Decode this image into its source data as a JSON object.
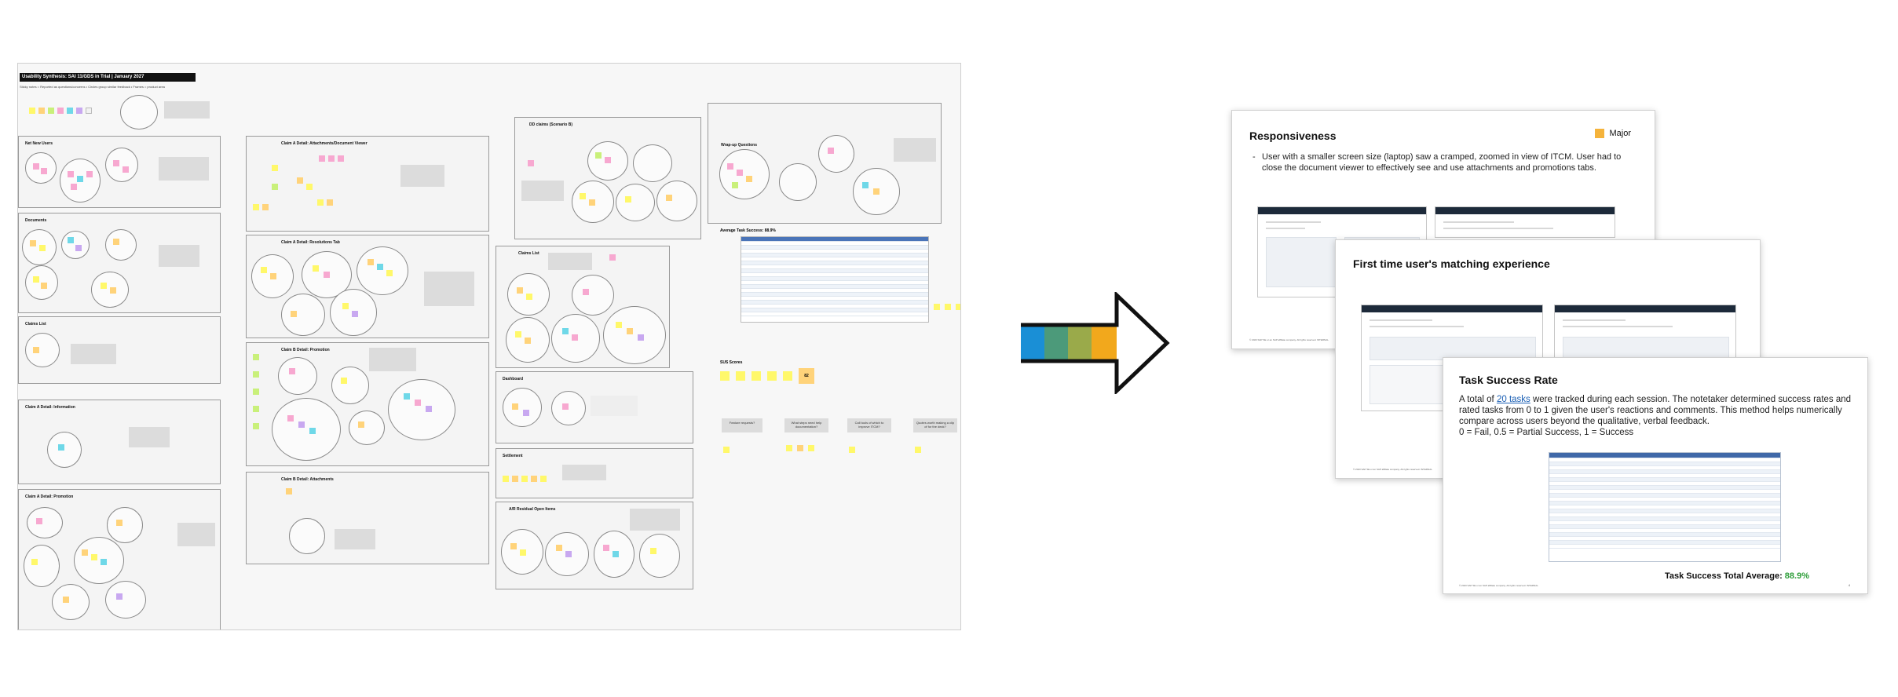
{
  "board": {
    "title": "Usability Synthesis: SAI 11/GDS in Trial | January 2027",
    "subtitle": "Sticky notes = Reported as questions/concerns • Circles group similar feedback • Frames = product area",
    "frames": [
      {
        "title": "Net New Users"
      },
      {
        "title": "Documents"
      },
      {
        "title": "Claims List"
      },
      {
        "title": "Claim A Detail: Information"
      },
      {
        "title": "Claim A Detail: Promotion"
      },
      {
        "title": "Claim A Detail: Attachments/Document Viewer"
      },
      {
        "title": "Claim A Detail: Resolutions Tab"
      },
      {
        "title": "Claim B Detail: Promotion"
      },
      {
        "title": "Claim B Detail: Attachments"
      },
      {
        "title": "DD claims (Scenario B)"
      },
      {
        "title": "Claims List"
      },
      {
        "title": "Dashboard"
      },
      {
        "title": "Settlement"
      },
      {
        "title": "A/R Residual Open Items"
      },
      {
        "title": "Wrap-up Questions"
      }
    ],
    "ats_label": "Average Task Success: 88.9%",
    "sus_label": "SUS Scores",
    "sus_total": "82",
    "questions": [
      "Feature requests?",
      "What steps need help documentation?",
      "Call tools of which to improve ITCM?",
      "Quotes worth making a clip of for the deck?"
    ]
  },
  "slides": {
    "s1": {
      "title": "Responsiveness",
      "badge": "Major",
      "text": "User with a smaller screen size (laptop) saw a cramped, zoomed in view of ITCM. User had to close the document viewer to effectively see and use attachments and promotions tabs.",
      "footer": "© 2023 SAP SE or an SAP affiliate company. All rights reserved. INTERNAL"
    },
    "s2": {
      "title": "First time user's matching experience",
      "footer": "© 2023 SAP SE or an SAP affiliate company. All rights reserved. INTERNAL"
    },
    "s3": {
      "title": "Task Success Rate",
      "text_pre": "A total of ",
      "link": "20 tasks",
      "text_post": " were tracked during each session. The notetaker determined success rates and rated tasks from 0 to 1 given the user's reactions and comments. This method helps numerically compare across users beyond the qualitative, verbal feedback.",
      "scale": "0 = Fail, 0.5 = Partial Success, 1 = Success",
      "total_label": "Task Success Total Average: ",
      "total_value": "88.9%",
      "footer": "© 2023 SAP SE or an SAP affiliate company. All rights reserved. INTERNAL",
      "page": "4"
    }
  },
  "colors": {
    "arrow": [
      "#1a8fd6",
      "#4c9a7a",
      "#9aaa4a",
      "#f2a81c"
    ],
    "major": "#f5b33b",
    "total": "#2e9e3a"
  }
}
